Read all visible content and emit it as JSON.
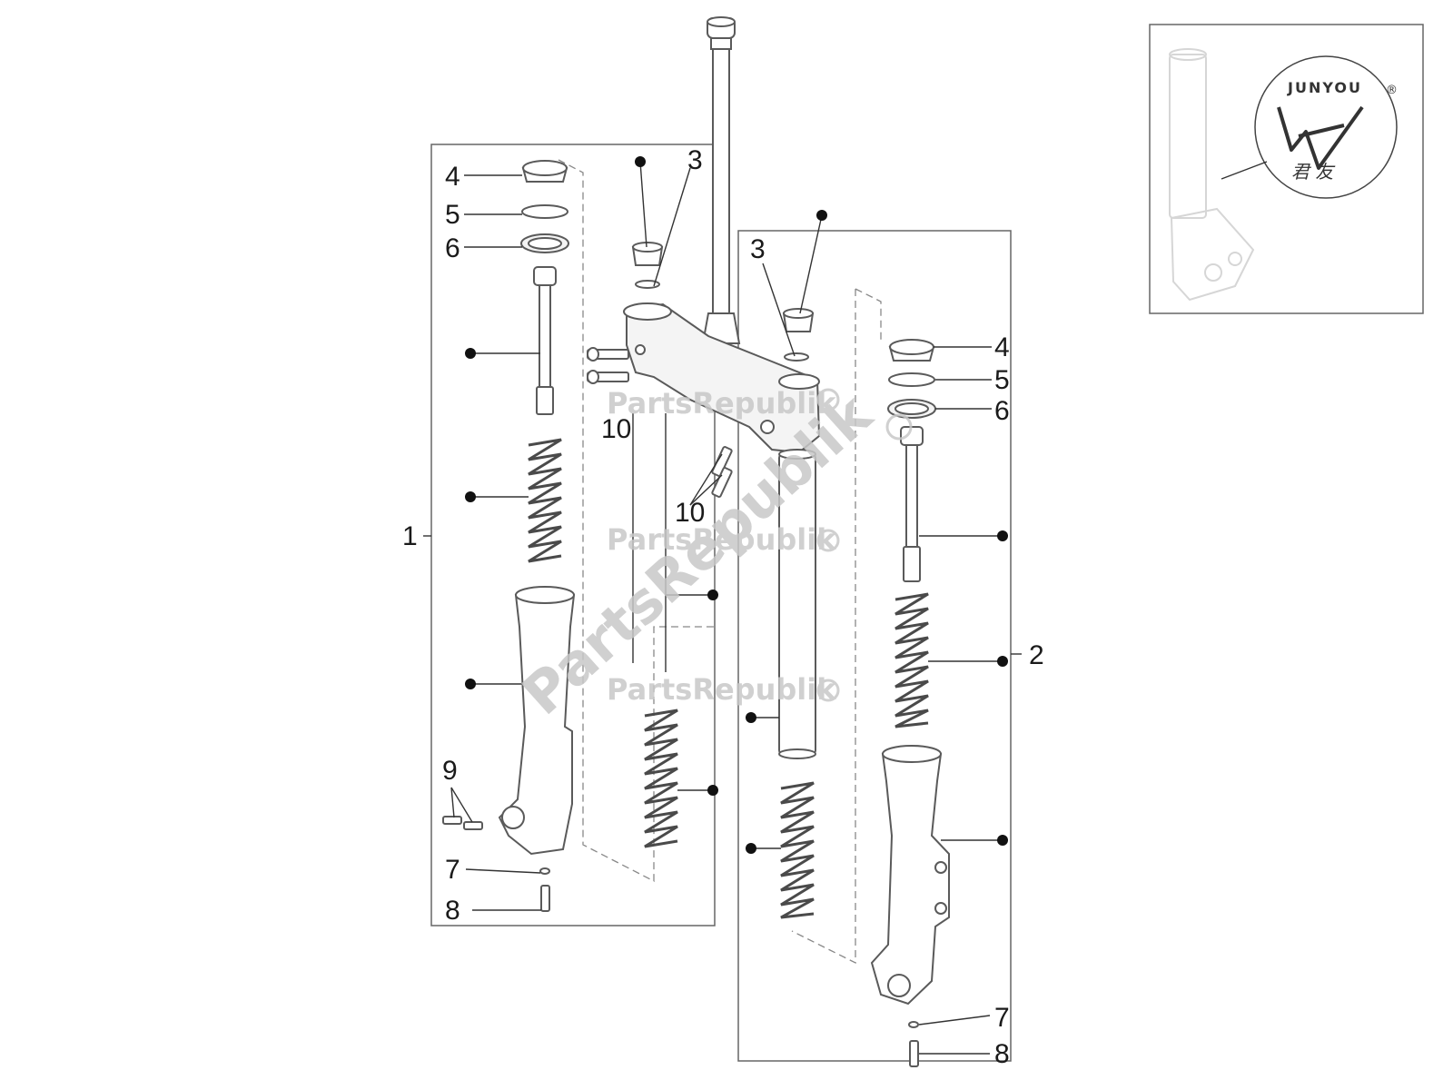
{
  "watermark": {
    "text": "PartsRepublik"
  },
  "inset": {
    "brand": "JUNYOU",
    "registered_mark": "®",
    "chinese_text": "君 友"
  },
  "callouts": {
    "assembly_left": "1",
    "assembly_right": "2",
    "n3": "3",
    "n4": "4",
    "n5": "5",
    "n6": "6",
    "n7": "7",
    "n8": "8",
    "n9": "9",
    "n10": "10"
  }
}
